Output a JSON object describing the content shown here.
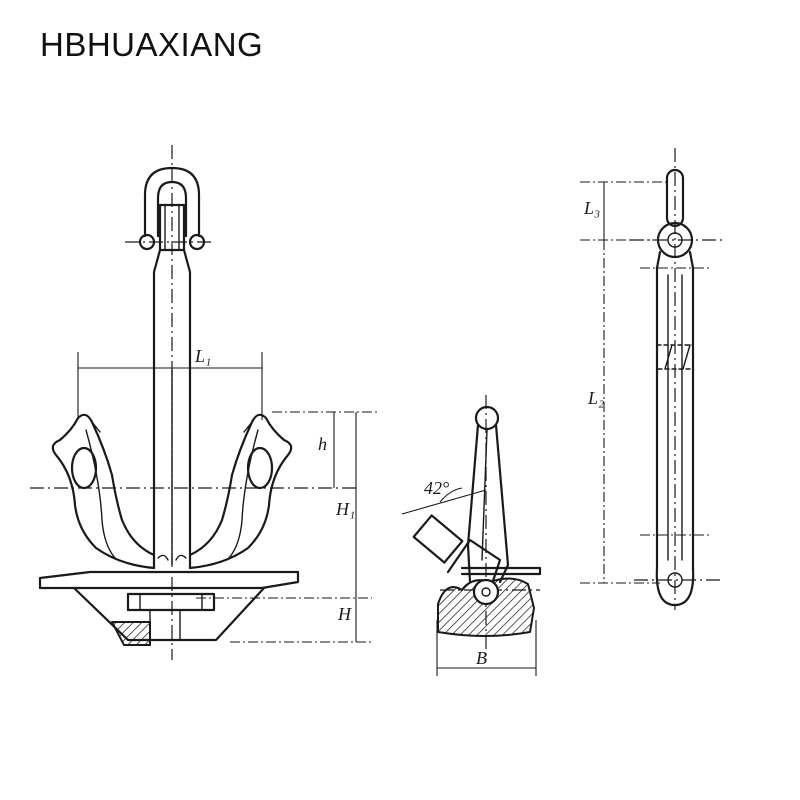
{
  "brand": {
    "text": "HBHUAXIANG"
  },
  "labels": {
    "l1": "L₁",
    "h": "h",
    "H1": "H₁",
    "H": "H",
    "angle": "42°",
    "B": "B",
    "L3": "L₃",
    "L2": "L₂"
  },
  "colors": {
    "ink": "#1a1a1a",
    "background": "#ffffff"
  }
}
